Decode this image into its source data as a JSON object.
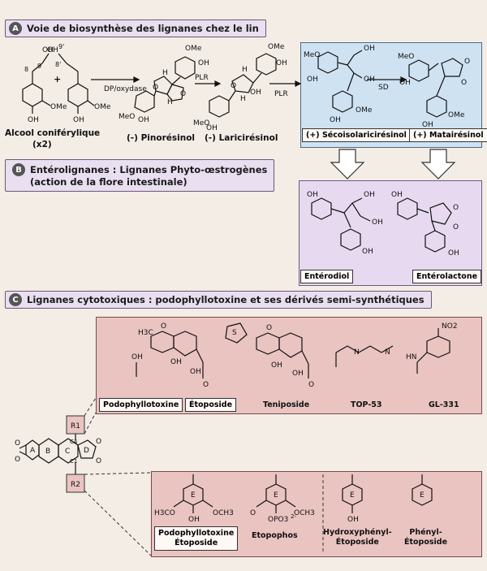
{
  "sections": {
    "A": {
      "letter": "A",
      "title": "Voie de biosynthèse des lignanes chez le lin"
    },
    "B": {
      "letter": "B",
      "title": "Entérolignanes : Lignanes Phyto-œstrogènes",
      "subtitle": "(action de la flore intestinale)"
    },
    "C": {
      "letter": "C",
      "title": "Lignanes cytotoxiques : podophyllotoxine et ses dérivés semi-synthétiques"
    }
  },
  "pathway": {
    "compounds": [
      "Alcool coniférylique",
      "(x2)",
      "(-) Pinorésinol",
      "(-) Laricirésinol",
      "(+) Sécoisolaricirésinol",
      "(+) Matairésinol"
    ],
    "enzymes": [
      "DP/oxydase",
      "PLR",
      "PLR",
      "SD"
    ]
  },
  "enterolignanes": [
    "Entérodiol",
    "Entérolactone"
  ],
  "r1_substituents": [
    {
      "label": "Podophyllotoxine",
      "group": "OH"
    },
    {
      "label": "Étoposide",
      "group": "H3C acetal"
    },
    {
      "label": "Teniposide",
      "group": "thiophene acetal"
    },
    {
      "label": "TOP-53",
      "group": "amine chain"
    },
    {
      "label": "GL-331",
      "group": "NO2"
    }
  ],
  "r2_substituents": [
    {
      "label": "Podophyllotoxine",
      "label2": "Étoposide"
    },
    {
      "label": "Etopophos"
    },
    {
      "label": "Hydroxyphényl-",
      "label2": "Étoposide"
    },
    {
      "label": "Phényl-",
      "label2": "Étoposide"
    }
  ],
  "core": {
    "r1": "R1",
    "r2": "R2",
    "rings": [
      "A",
      "B",
      "C",
      "D"
    ],
    "c4": "C4",
    "c1": "C1"
  },
  "atoms": {
    "oh": "OH",
    "ome": "OMe",
    "meo": "MeO",
    "o": "O",
    "h": "H",
    "e": "E",
    "och3": "OCH3",
    "h3co": "H3CO",
    "opo3": "OPO3",
    "no2": "NO2",
    "hn": "HN",
    "n": "N",
    "s": "S",
    "h3c": "H3C",
    "nine": "9",
    "eight": "8",
    "ninep": "9'",
    "eightp": "8'",
    "plus": "+",
    "twominus": "2-"
  }
}
